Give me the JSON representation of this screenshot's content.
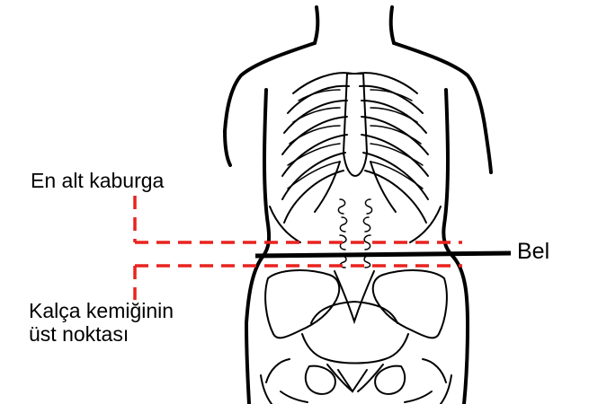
{
  "labels": {
    "lowest_rib": "En alt kaburga",
    "hip_top_line1": "Kalça kemiğinin",
    "hip_top_line2": "üst noktası",
    "waist": "Bel"
  },
  "colors": {
    "background": "#ffffff",
    "outline": "#000000",
    "guide_lines": "#e8231f"
  }
}
